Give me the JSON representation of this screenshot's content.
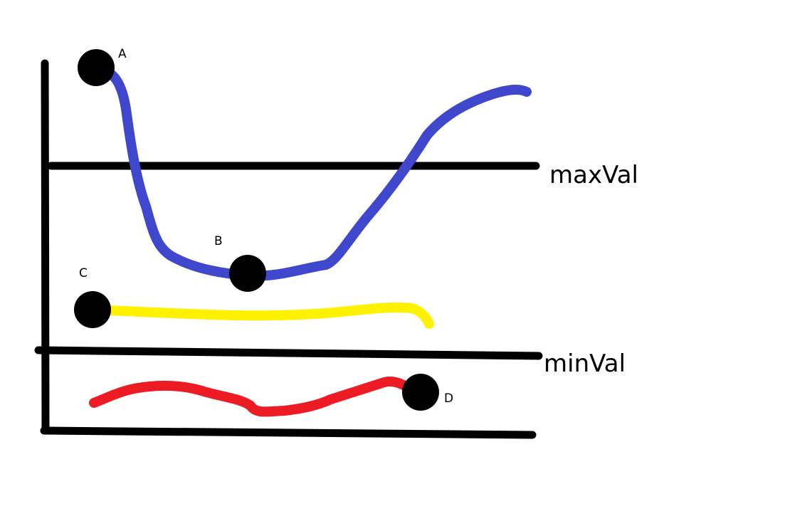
{
  "threshold_lines": {
    "max": {
      "label": "maxVal"
    },
    "min": {
      "label": "minVal"
    }
  },
  "curves": [
    {
      "id": "blue-curve",
      "color": "#3f48cc"
    },
    {
      "id": "yellow-curve",
      "color": "#fff200"
    },
    {
      "id": "red-curve",
      "color": "#ed1c24"
    }
  ],
  "points": [
    {
      "id": "A",
      "label": "A",
      "color": "#000000"
    },
    {
      "id": "B",
      "label": "B",
      "color": "#000000"
    },
    {
      "id": "C",
      "label": "C",
      "color": "#000000"
    },
    {
      "id": "D",
      "label": "D",
      "color": "#000000"
    }
  ]
}
